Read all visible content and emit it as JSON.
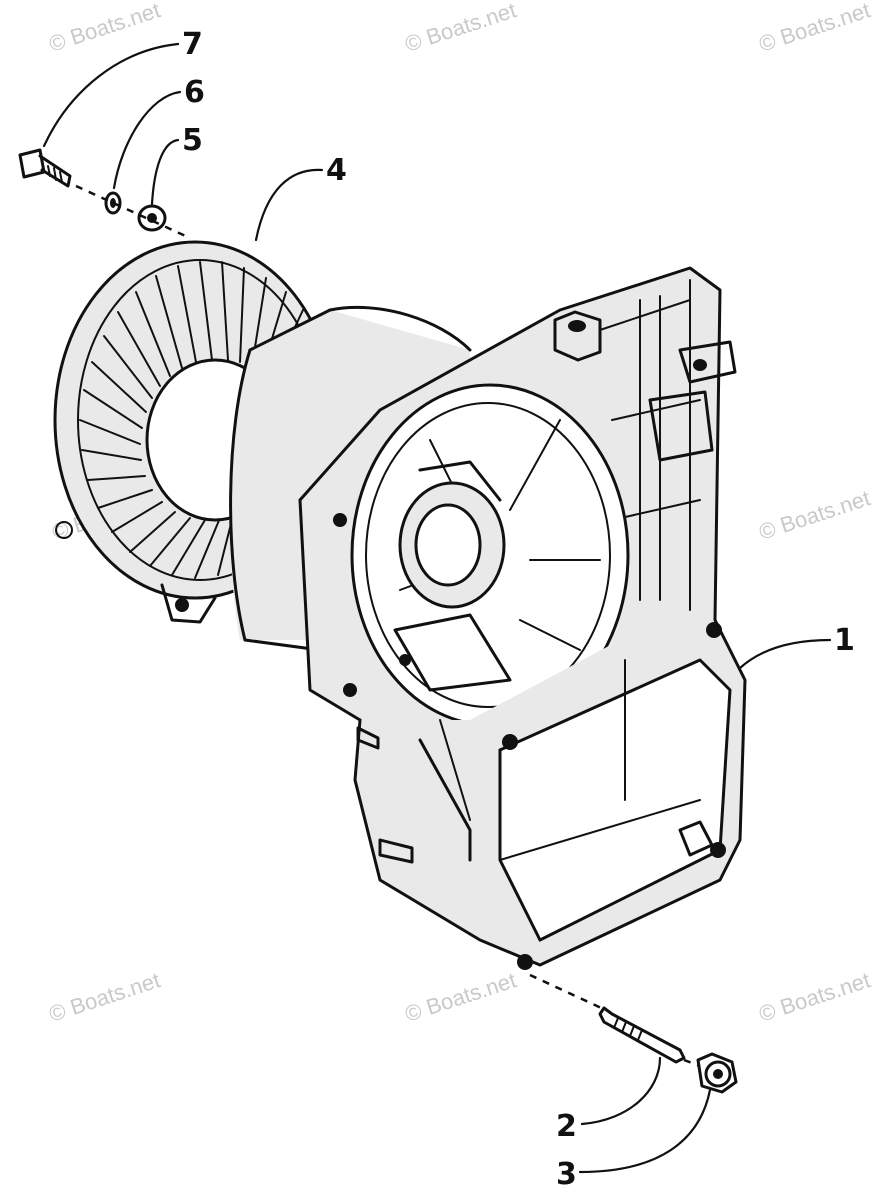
{
  "watermark": "© Boats.net",
  "callouts": {
    "c1": "1",
    "c2": "2",
    "c3": "3",
    "c4": "4",
    "c5": "5",
    "c6": "6",
    "c7": "7"
  }
}
